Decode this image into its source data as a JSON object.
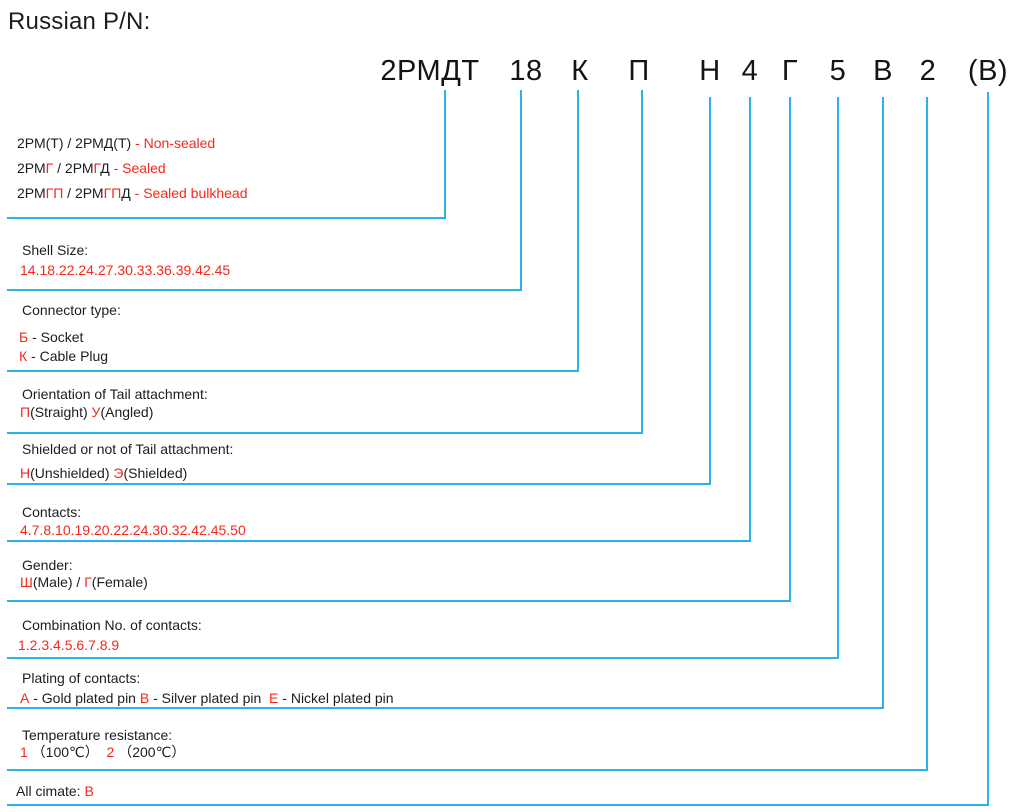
{
  "title": "Russian P/N:",
  "colors": {
    "line_blue": "#29b3e9",
    "text_red": "#f5281e"
  },
  "part_number": {
    "tokens": [
      "2РМДТ",
      "18",
      "К",
      "П",
      "Н",
      "4",
      "Г",
      "5",
      "В",
      "2",
      "(В)"
    ]
  },
  "sections": [
    {
      "name": "series",
      "rows": [
        {
          "seg": [
            {
              "t": "2РМ(Т) / 2РМД(Т) "
            },
            {
              "t": "- Non-sealed",
              "red": true
            }
          ]
        },
        {
          "seg": [
            {
              "t": "2РМ"
            },
            {
              "t": "Г",
              "red": true
            },
            {
              "t": " / 2РМ"
            },
            {
              "t": "Г",
              "red": true
            },
            {
              "t": "Д "
            },
            {
              "t": "- Sealed",
              "red": true
            }
          ]
        },
        {
          "seg": [
            {
              "t": "2РМ"
            },
            {
              "t": "ГП",
              "red": true
            },
            {
              "t": " / 2РМ"
            },
            {
              "t": "ГП",
              "red": true
            },
            {
              "t": "Д "
            },
            {
              "t": "- Sealed bulkhead",
              "red": true
            }
          ]
        }
      ]
    },
    {
      "name": "shell-size",
      "rows": [
        {
          "seg": [
            {
              "t": "Shell Size:"
            }
          ]
        },
        {
          "seg": [
            {
              "t": "14.18.22.24.27.30.33.36.39.42.45",
              "red": true
            }
          ]
        }
      ]
    },
    {
      "name": "connector-type",
      "rows": [
        {
          "seg": [
            {
              "t": "Connector type:"
            }
          ]
        },
        {
          "seg": [
            {
              "t": "Б",
              "red": true
            },
            {
              "t": " - Socket"
            }
          ]
        },
        {
          "seg": [
            {
              "t": "К",
              "red": true
            },
            {
              "t": " - Cable Plug"
            }
          ]
        }
      ]
    },
    {
      "name": "orientation",
      "rows": [
        {
          "seg": [
            {
              "t": "Orientation of Tail attachment:"
            }
          ]
        },
        {
          "seg": [
            {
              "t": "П",
              "red": true
            },
            {
              "t": "(Straight) "
            },
            {
              "t": "У",
              "red": true
            },
            {
              "t": "(Angled)"
            }
          ]
        }
      ]
    },
    {
      "name": "shielded",
      "rows": [
        {
          "seg": [
            {
              "t": "Shielded or not of Tail attachment:"
            }
          ]
        },
        {
          "seg": [
            {
              "t": "Н",
              "red": true
            },
            {
              "t": "(Unshielded) "
            },
            {
              "t": "Э",
              "red": true
            },
            {
              "t": "(Shielded)"
            }
          ]
        }
      ]
    },
    {
      "name": "contacts",
      "rows": [
        {
          "seg": [
            {
              "t": "Contacts:"
            }
          ]
        },
        {
          "seg": [
            {
              "t": "4.7.8.10.19.20.22.24.30.32.42.45.50",
              "red": true
            }
          ]
        }
      ]
    },
    {
      "name": "gender",
      "rows": [
        {
          "seg": [
            {
              "t": "Gender:"
            }
          ]
        },
        {
          "seg": [
            {
              "t": "Ш",
              "red": true
            },
            {
              "t": "(Male) / "
            },
            {
              "t": "Г",
              "red": true
            },
            {
              "t": "(Female)"
            }
          ]
        }
      ]
    },
    {
      "name": "combination",
      "rows": [
        {
          "seg": [
            {
              "t": "Combination No. of contacts:"
            }
          ]
        },
        {
          "seg": [
            {
              "t": "1.2.3.4.5.6.7.8.9",
              "red": true
            }
          ]
        }
      ]
    },
    {
      "name": "plating",
      "rows": [
        {
          "seg": [
            {
              "t": "Plating of contacts:"
            }
          ]
        },
        {
          "seg": [
            {
              "t": "А",
              "red": true
            },
            {
              "t": " - Gold plated pin "
            },
            {
              "t": "В",
              "red": true
            },
            {
              "t": " - Silver plated pin  "
            },
            {
              "t": "Е",
              "red": true
            },
            {
              "t": " - Nickel plated pin"
            }
          ]
        }
      ]
    },
    {
      "name": "temperature",
      "rows": [
        {
          "seg": [
            {
              "t": "Temperature resistance:"
            }
          ]
        },
        {
          "seg": [
            {
              "t": "1",
              "red": true
            },
            {
              "t": " （100℃）  "
            },
            {
              "t": "2",
              "red": true
            },
            {
              "t": " （200℃）"
            }
          ]
        }
      ]
    },
    {
      "name": "all-climate",
      "rows": [
        {
          "seg": [
            {
              "t": "All cimate: "
            },
            {
              "t": "В",
              "red": true
            }
          ]
        }
      ]
    }
  ]
}
